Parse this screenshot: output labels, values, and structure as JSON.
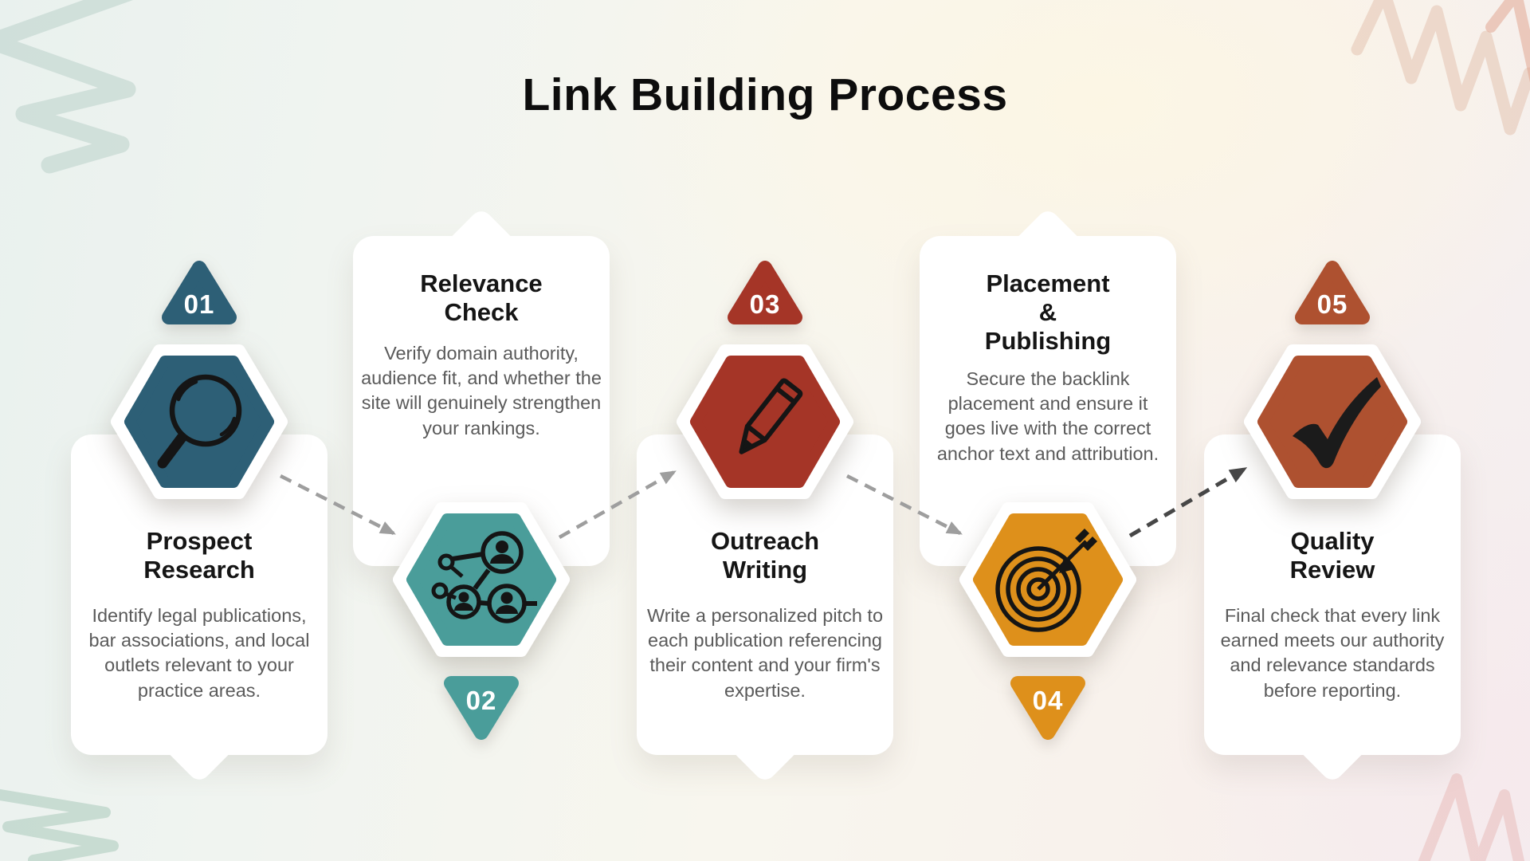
{
  "title": "Link Building Process",
  "steps": [
    {
      "number": "01",
      "heading": "Prospect\nResearch",
      "body": "Identify legal publications, bar associations, and local outlets relevant to your practice areas.",
      "color": "#2d5f76",
      "icon": "magnifier-search-icon"
    },
    {
      "number": "02",
      "heading": "Relevance\nCheck",
      "body": "Verify domain authority, audience fit, and whether the site will genuinely strengthen your rankings.",
      "color": "#4a9d9a",
      "icon": "network-people-icon"
    },
    {
      "number": "03",
      "heading": "Outreach\nWriting",
      "body": "Write a personalized pitch to each publication referencing their content and your firm's expertise.",
      "color": "#a53527",
      "icon": "pencil-icon"
    },
    {
      "number": "04",
      "heading": "Placement\n&\nPublishing",
      "body": "Secure the backlink placement and ensure it goes live with the correct anchor text and attribution.",
      "color": "#de901b",
      "icon": "target-arrow-icon"
    },
    {
      "number": "05",
      "heading": "Quality\nReview",
      "body": "Final check that every link earned meets our authority and relevance standards before reporting.",
      "color": "#ae5130",
      "icon": "checkmark-icon"
    }
  ],
  "palette": {
    "connector": "#9e9e9e",
    "connector_dark": "#474747",
    "card_background": "#ffffff",
    "heading_text": "#151515",
    "body_text": "#5a5a5a",
    "number_text": "#ffffff",
    "icon_stroke": "#151515"
  }
}
